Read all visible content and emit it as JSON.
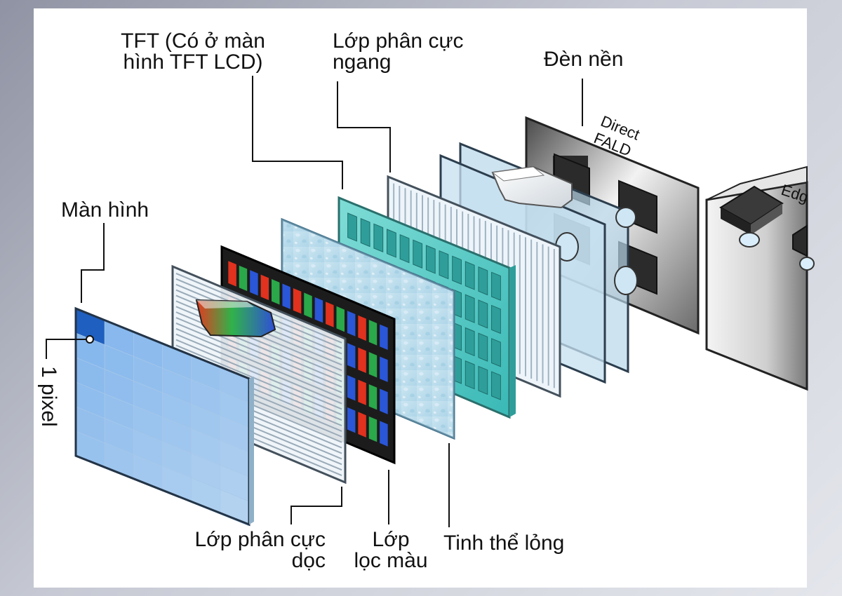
{
  "labels": {
    "tft_line1": "TFT (Có ở màn",
    "tft_line2": "hình TFT LCD)",
    "pol_h_line1": "Lớp phân cực",
    "pol_h_line2": "ngang",
    "backlight": "Đèn nền",
    "direct_fald_line1": "Direct",
    "direct_fald_line2": "FALD",
    "edge": "Edg",
    "screen": "Màn hình",
    "one_pixel": "1 pixel",
    "pol_v_line1": "Lớp phân cực",
    "pol_v_line2": "dọc",
    "color_filter_line1": "Lớp",
    "color_filter_line2": "lọc màu",
    "liquid_crystal": "Tinh thể lỏng"
  },
  "colors": {
    "screen_blue": "#4a93e8",
    "tft_teal": "#4ec8c4",
    "filter_red": "#e0321e",
    "filter_green": "#2aa84a",
    "filter_blue": "#2a56d8",
    "frame_dark": "#222222"
  }
}
